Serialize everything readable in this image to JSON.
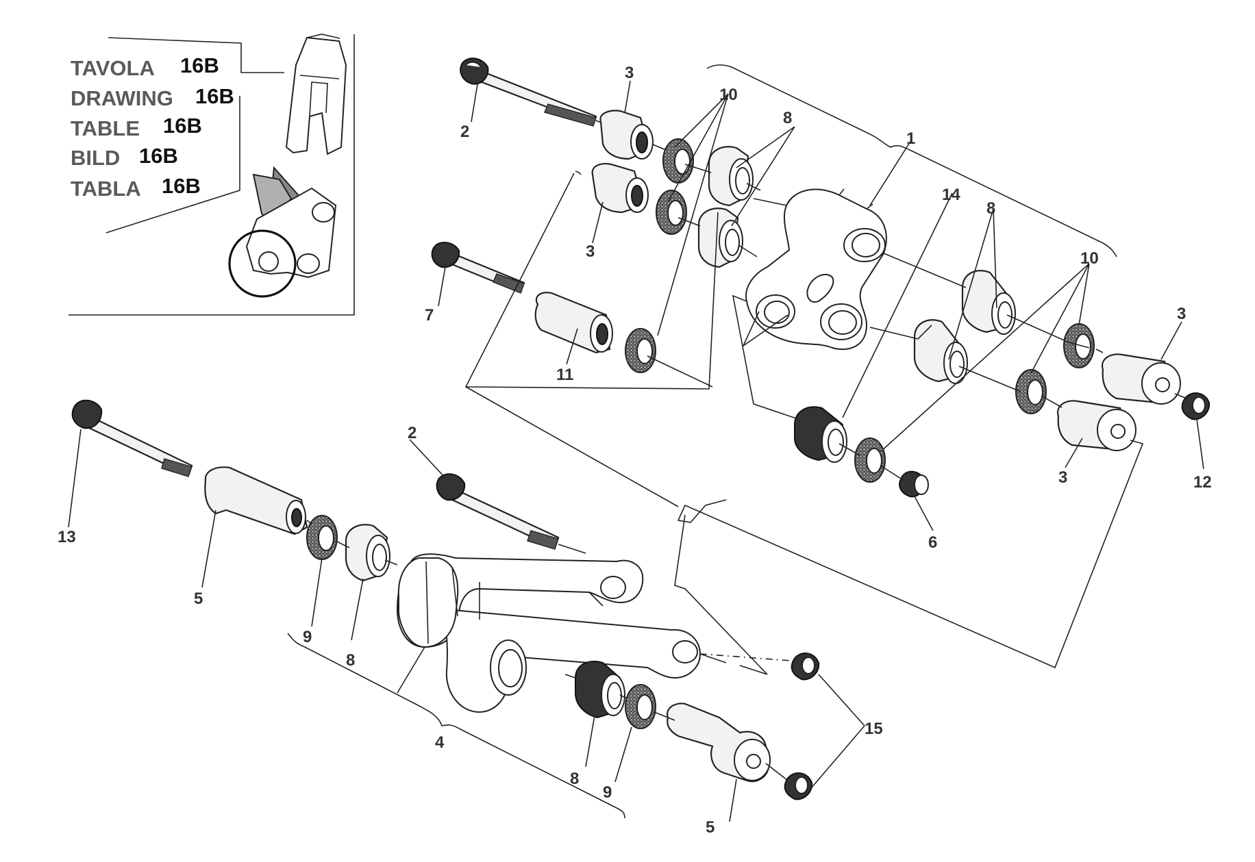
{
  "legend": {
    "rows": [
      {
        "word": "TAVOLA",
        "code": "16B"
      },
      {
        "word": "DRAWING",
        "code": "16B"
      },
      {
        "word": "TABLE",
        "code": "16B"
      },
      {
        "word": "BILD",
        "code": "16B"
      },
      {
        "word": "TABLA",
        "code": "16B"
      }
    ]
  },
  "callouts": {
    "c1": "1",
    "c2a": "2",
    "c2b": "2",
    "c3a": "3",
    "c3b": "3",
    "c3c": "3",
    "c3d": "3",
    "c4": "4",
    "c5a": "5",
    "c5b": "5",
    "c6": "6",
    "c7": "7",
    "c8a": "8",
    "c8b": "8",
    "c8c": "8",
    "c8d": "8",
    "c9a": "9",
    "c9b": "9",
    "c10a": "10",
    "c10b": "10",
    "c11": "11",
    "c12": "12",
    "c13": "13",
    "c14": "14",
    "c15": "15"
  },
  "colors": {
    "line": "#222222",
    "legend_word": "#5a5a5a",
    "legend_code": "#111111",
    "background": "#ffffff"
  }
}
